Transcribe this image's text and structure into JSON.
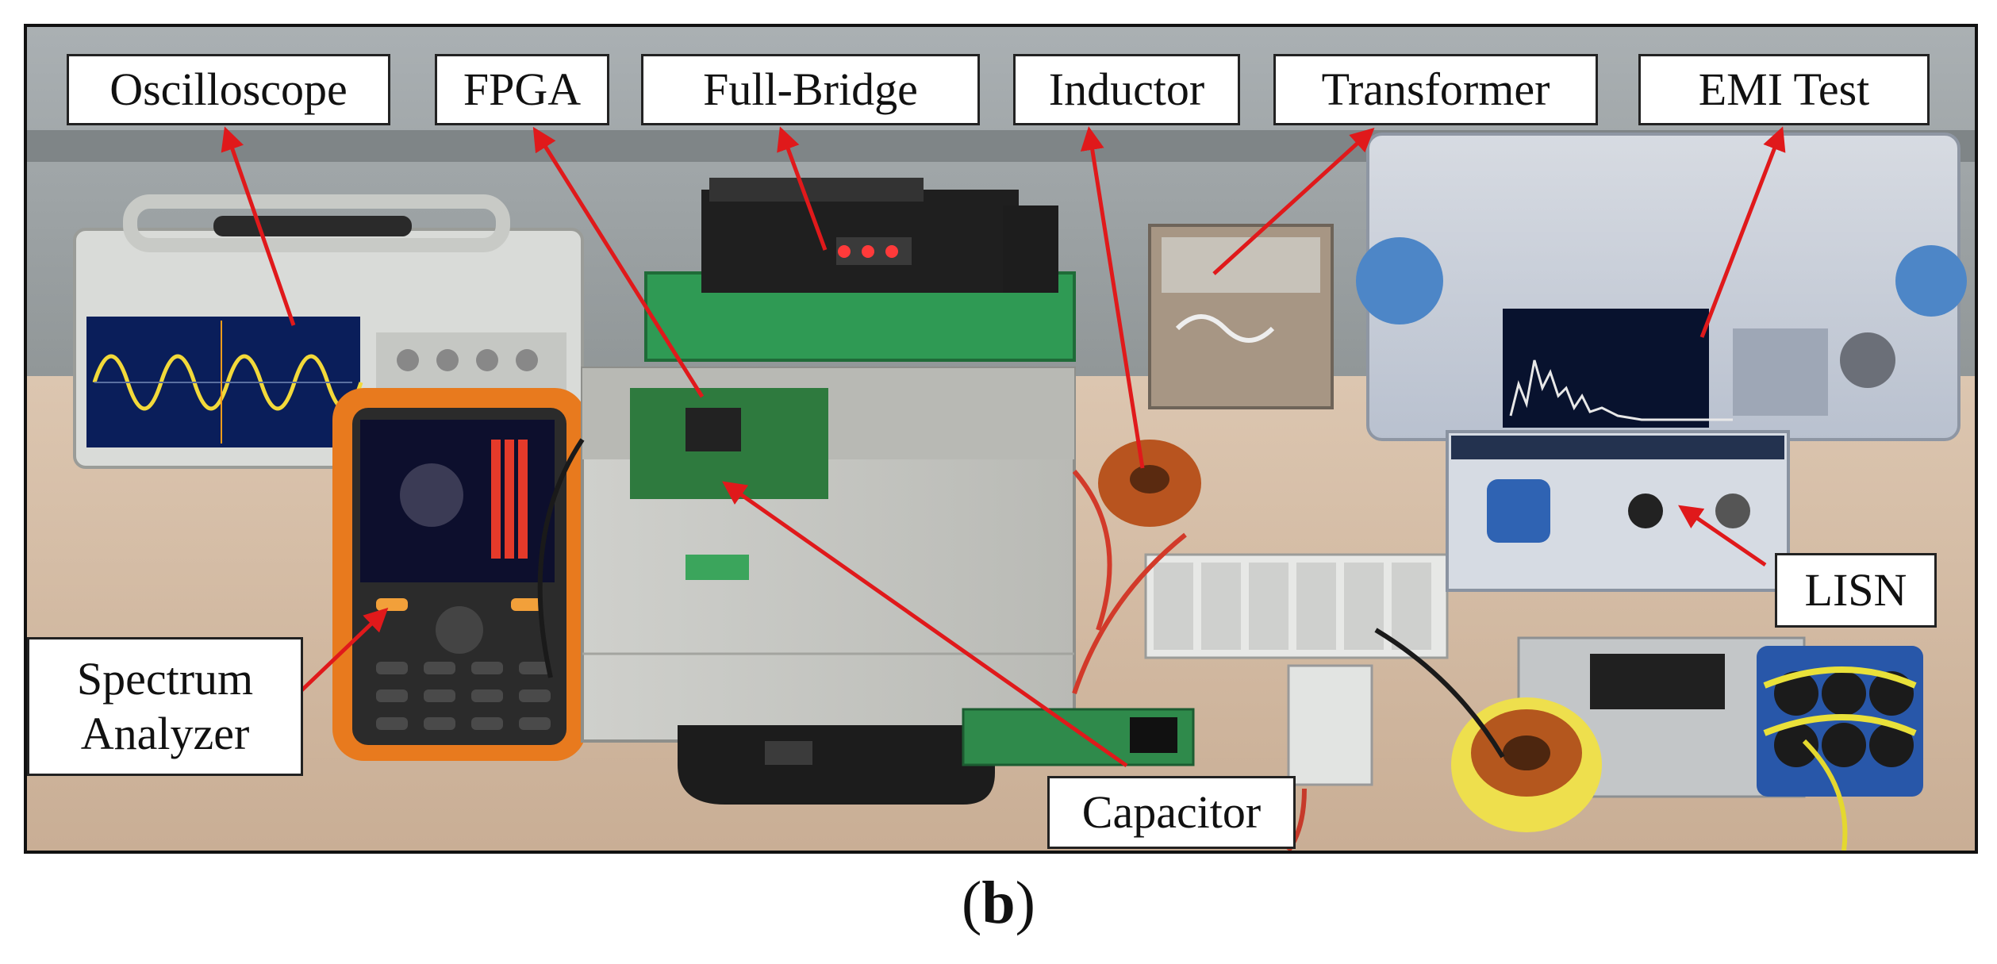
{
  "labels": {
    "oscilloscope": "Oscilloscope",
    "fpga": "FPGA",
    "full_bridge": "Full-Bridge",
    "inductor": "Inductor",
    "transformer": "Transformer",
    "emi_test": "EMI Test",
    "lisn": "LISN",
    "spectrum_line1": "Spectrum",
    "spectrum_line2": "Analyzer",
    "capacitor": "Capacitor"
  },
  "caption": {
    "open": "(",
    "letter": "b",
    "close": ")"
  },
  "colors": {
    "arrow": "#e0191b",
    "label_border": "#222222",
    "wall": "#9aa0a3",
    "desk": "#d9c3ad"
  }
}
